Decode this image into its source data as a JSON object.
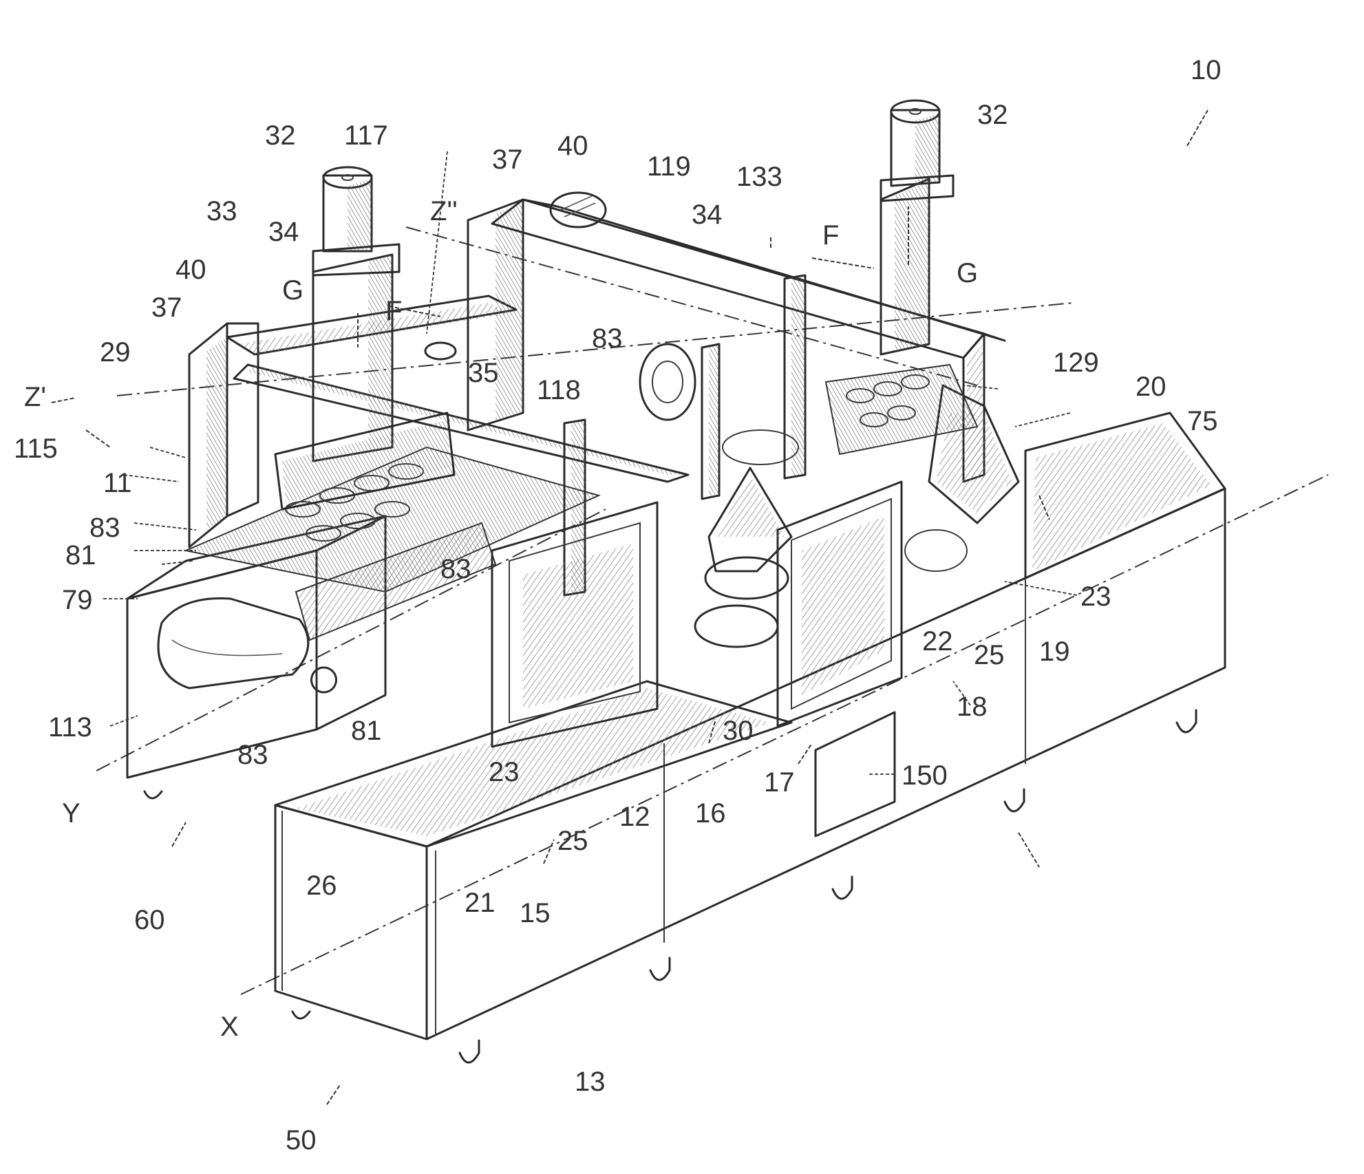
{
  "labels": [
    {
      "key": "l10",
      "text": "10"
    },
    {
      "key": "l32a",
      "text": "32"
    },
    {
      "key": "l117",
      "text": "117"
    },
    {
      "key": "l37a",
      "text": "37"
    },
    {
      "key": "l40a",
      "text": "40"
    },
    {
      "key": "l119",
      "text": "119"
    },
    {
      "key": "l133",
      "text": "133"
    },
    {
      "key": "l32b",
      "text": "32"
    },
    {
      "key": "l33",
      "text": "33"
    },
    {
      "key": "l34a",
      "text": "34"
    },
    {
      "key": "lZpp",
      "text": "Z''"
    },
    {
      "key": "l34b",
      "text": "34"
    },
    {
      "key": "lFtop",
      "text": "F"
    },
    {
      "key": "lGright",
      "text": "G"
    },
    {
      "key": "l40b",
      "text": "40"
    },
    {
      "key": "lGleft",
      "text": "G"
    },
    {
      "key": "lFleft",
      "text": "F"
    },
    {
      "key": "l37b",
      "text": "37"
    },
    {
      "key": "l83top",
      "text": "83"
    },
    {
      "key": "l29",
      "text": "29"
    },
    {
      "key": "l35",
      "text": "35"
    },
    {
      "key": "l118",
      "text": "118"
    },
    {
      "key": "l129",
      "text": "129"
    },
    {
      "key": "l20",
      "text": "20"
    },
    {
      "key": "lZp",
      "text": "Z'"
    },
    {
      "key": "l75",
      "text": "75"
    },
    {
      "key": "l115",
      "text": "115"
    },
    {
      "key": "l11",
      "text": "11"
    },
    {
      "key": "l83a",
      "text": "83"
    },
    {
      "key": "l81a",
      "text": "81"
    },
    {
      "key": "l83b",
      "text": "83"
    },
    {
      "key": "l23r",
      "text": "23"
    },
    {
      "key": "l79",
      "text": "79"
    },
    {
      "key": "l22",
      "text": "22"
    },
    {
      "key": "l25r",
      "text": "25"
    },
    {
      "key": "l19",
      "text": "19"
    },
    {
      "key": "l18",
      "text": "18"
    },
    {
      "key": "l113",
      "text": "113"
    },
    {
      "key": "l81b",
      "text": "81"
    },
    {
      "key": "l30",
      "text": "30"
    },
    {
      "key": "l83c",
      "text": "83"
    },
    {
      "key": "l23m",
      "text": "23"
    },
    {
      "key": "l17",
      "text": "17"
    },
    {
      "key": "l150",
      "text": "150"
    },
    {
      "key": "lY",
      "text": "Y"
    },
    {
      "key": "l12",
      "text": "12"
    },
    {
      "key": "l16",
      "text": "16"
    },
    {
      "key": "l25m",
      "text": "25"
    },
    {
      "key": "l26",
      "text": "26"
    },
    {
      "key": "l21",
      "text": "21"
    },
    {
      "key": "l15",
      "text": "15"
    },
    {
      "key": "l60",
      "text": "60"
    },
    {
      "key": "lX",
      "text": "X"
    },
    {
      "key": "l13",
      "text": "13"
    },
    {
      "key": "l50",
      "text": "50"
    }
  ]
}
